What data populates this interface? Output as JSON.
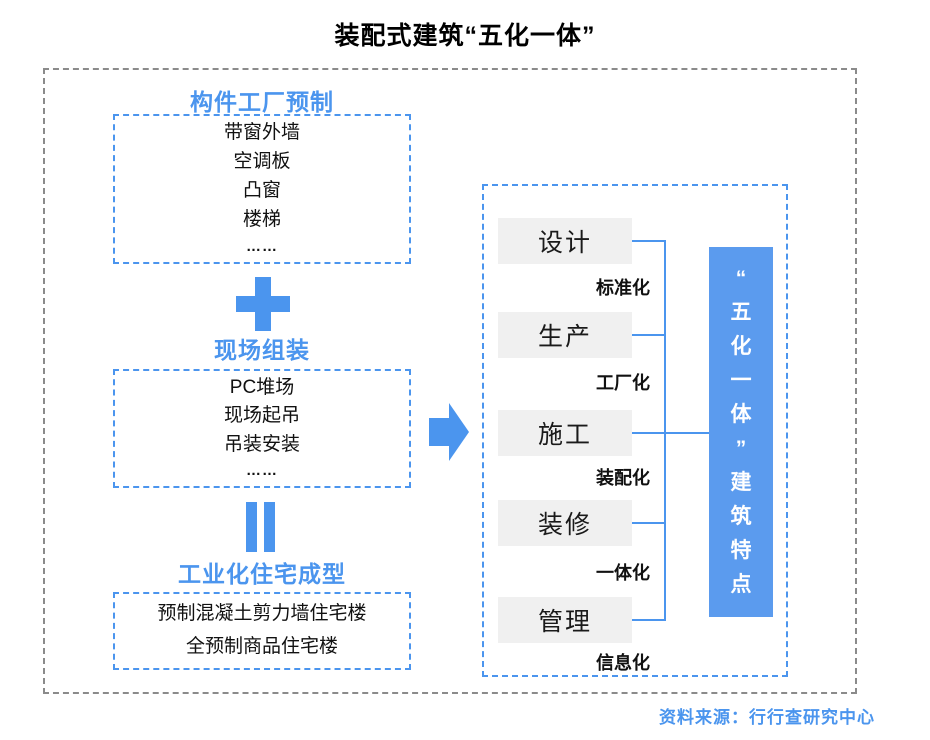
{
  "title": "装配式建筑“五化一体”",
  "left_flow": {
    "section1": {
      "heading": "构件工厂预制",
      "items": [
        "带窗外墙",
        "空调板",
        "凸窗",
        "楼梯",
        "……"
      ]
    },
    "operator1": "plus",
    "section2": {
      "heading": "现场组装",
      "items": [
        "PC堆场",
        "现场起吊",
        "吊装安装",
        "……"
      ]
    },
    "operator2": "parallel-equals",
    "section3": {
      "heading": "工业化住宅成型",
      "items": [
        "预制混凝土剪力墙住宅楼",
        "全预制商品住宅楼"
      ]
    }
  },
  "right_panel": {
    "stages": [
      {
        "name": "设计",
        "label": "标准化"
      },
      {
        "name": "生产",
        "label": "工厂化"
      },
      {
        "name": "施工",
        "label": "装配化"
      },
      {
        "name": "装修",
        "label": "一体化"
      },
      {
        "name": "管理",
        "label": "信息化"
      }
    ],
    "result": {
      "text": "“五化一体”建筑特点",
      "chars": [
        "“",
        "五",
        "化",
        "一",
        "体",
        "”",
        "建",
        "筑",
        "特",
        "点"
      ]
    }
  },
  "source": "资料来源：行行查研究中心",
  "icons": {
    "plus": "plus-icon",
    "parallel": "equals-rotated-icon",
    "arrow": "arrow-right-icon"
  },
  "colors": {
    "accent_blue": "#4b95ee",
    "result_fill": "#5b9bee",
    "stage_fill": "#f0f0f0",
    "outer_border": "#8b8b8b",
    "text_dark": "#1a1a1a"
  }
}
